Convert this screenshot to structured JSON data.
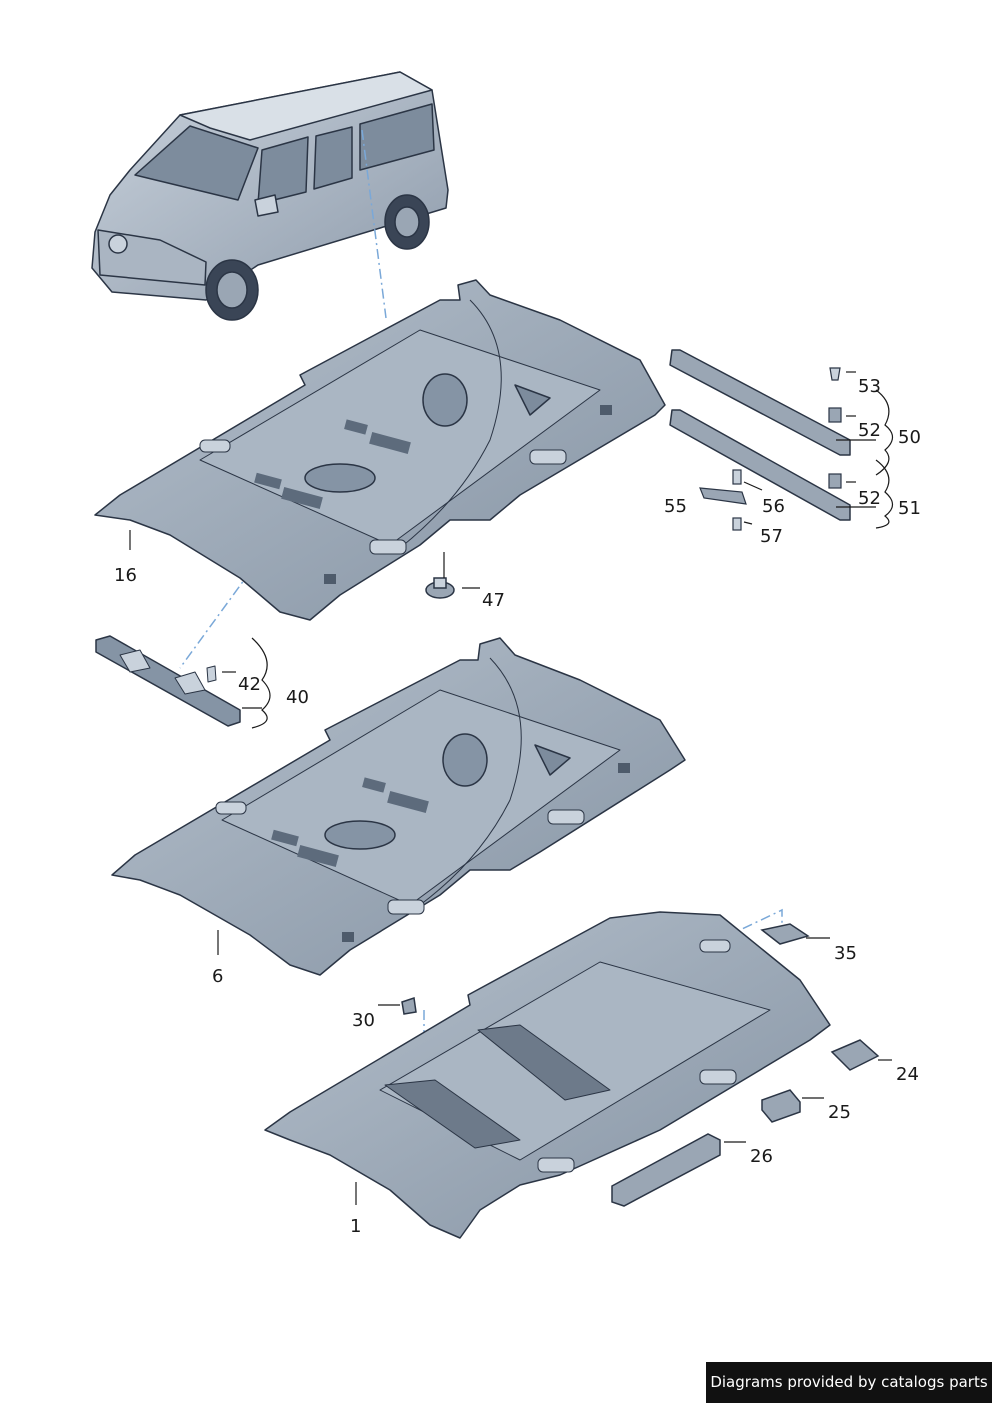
{
  "colors": {
    "outline": "#2b3545",
    "fill": "#9aa6b4",
    "fill_light": "#c3ccd6",
    "fill_dark": "#6d7a8a",
    "leader": "#1a1a1a",
    "dash": "#7aa8d8"
  },
  "labels": {
    "p53": "53",
    "p52a": "52",
    "p50": "50",
    "p52b": "52",
    "p51": "51",
    "p55": "55",
    "p56": "56",
    "p57": "57",
    "p16": "16",
    "p47": "47",
    "p42": "42",
    "p40": "40",
    "p6": "6",
    "p35": "35",
    "p30": "30",
    "p24": "24",
    "p25": "25",
    "p26": "26",
    "p1": "1"
  },
  "footer": {
    "text": "Diagrams provided by catalogs parts"
  }
}
